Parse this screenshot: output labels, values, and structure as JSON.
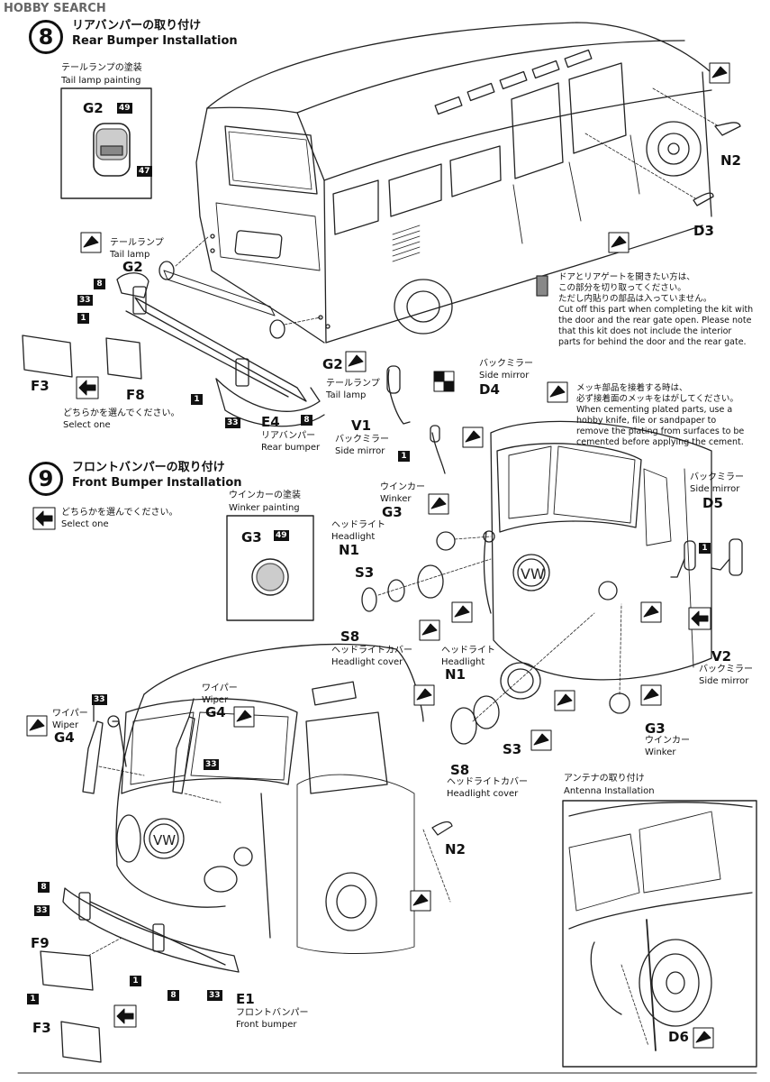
{
  "watermark": "HOBBY SEARCH",
  "step8": {
    "number": "8",
    "title_jp": "リアバンパーの取り付け",
    "title_en": "Rear Bumper Installation",
    "tail_paint_jp": "テールランプの塗装",
    "tail_paint_en": "Tail lamp painting",
    "tail_paint_part": "G2",
    "color_a": "49",
    "color_b": "47",
    "tail_lamp_jp": "テールランプ",
    "tail_lamp_en": "Tail lamp",
    "parts": {
      "g2_left": "G2",
      "g2_right": "G2",
      "f3": "F3",
      "f8": "F8",
      "e4": "E4",
      "n2": "N2",
      "d3": "D3",
      "v1": "V1",
      "d4": "D4"
    },
    "badges": {
      "b8a": "8",
      "b33a": "33",
      "b1a": "1",
      "b1b": "1",
      "b33b": "33",
      "b8b": "8",
      "b1c": "1"
    },
    "select_jp": "どちらかを選んでください。",
    "select_en": "Select one",
    "rear_bumper_jp": "リアバンパー",
    "rear_bumper_en": "Rear bumper",
    "tail_lamp2_jp": "テールランプ",
    "tail_lamp2_en": "Tail lamp",
    "mirror_jp": "バックミラー",
    "mirror_en": "Side mirror",
    "mirror2_jp": "バックミラー",
    "mirror2_en": "Side mirror",
    "door_note_jp": [
      "ドアとリアゲートを開きたい方は、",
      "この部分を切り取ってください。",
      "ただし内貼りの部品は入っていません。"
    ],
    "door_note_en": [
      "Cut off this part when completing the kit with",
      "the door and the rear gate open. Please note",
      "that this kit does not include the interior",
      "parts for behind the door and the rear gate."
    ],
    "plated_note_jp": [
      "メッキ部品を接着する時は、",
      "必ず接着面のメッキをはがしてください。"
    ],
    "plated_note_en": [
      "When cementing plated parts, use a",
      "hobby knife, file or sandpaper to",
      "remove the plating from surfaces to be",
      "cemented before applying the cement."
    ]
  },
  "step9": {
    "number": "9",
    "title_jp": "フロントバンパーの取り付け",
    "title_en": "Front Bumper Installation",
    "select_jp": "どちらかを選んでください。",
    "select_en": "Select one",
    "winker_paint_jp": "ウインカーの塗装",
    "winker_paint_en": "Winker painting",
    "winker_paint_part": "G3",
    "color_a": "49",
    "winker_jp": "ウインカー",
    "winker_en": "Winker",
    "headlight_jp": "ヘッドライト",
    "headlight_en": "Headlight",
    "headlight_cover_jp": "ヘッドライトカバー",
    "headlight_cover_en": "Headlight cover",
    "mirror_jp": "バックミラー",
    "mirror_en": "Side mirror",
    "mirror_v2_jp": "バックミラー",
    "mirror_v2_en": "Side mirror",
    "headlight2_jp": "ヘッドライト",
    "headlight2_en": "Headlight",
    "headlight_cover2_jp": "ヘッドライトカバー",
    "headlight_cover2_en": "Headlight cover",
    "winker2_jp": "ウインカー",
    "winker2_en": "Winker",
    "wiper_jp": "ワイパー",
    "wiper_en": "Wiper",
    "wiper2_jp": "ワイパー",
    "wiper2_en": "Wiper",
    "front_bumper_jp": "フロントバンパー",
    "front_bumper_en": "Front bumper",
    "antenna_jp": "アンテナの取り付け",
    "antenna_en": "Antenna Installation",
    "parts": {
      "g3a": "G3",
      "n1a": "N1",
      "s3a": "S3",
      "s8a": "S8",
      "d5": "D5",
      "v2": "V2",
      "n1b": "N1",
      "s3b": "S3",
      "s8b": "S8",
      "g3b": "G3",
      "g4a": "G4",
      "g4b": "G4",
      "n2": "N2",
      "f9": "F9",
      "f3": "F3",
      "e1": "E1",
      "d6": "D6"
    },
    "badges": {
      "b1a": "1",
      "b33a": "33",
      "b33b": "33",
      "b8a": "8",
      "b33c": "33",
      "b1b": "1",
      "b8b": "8",
      "b33d": "33",
      "b1c": "1"
    }
  }
}
